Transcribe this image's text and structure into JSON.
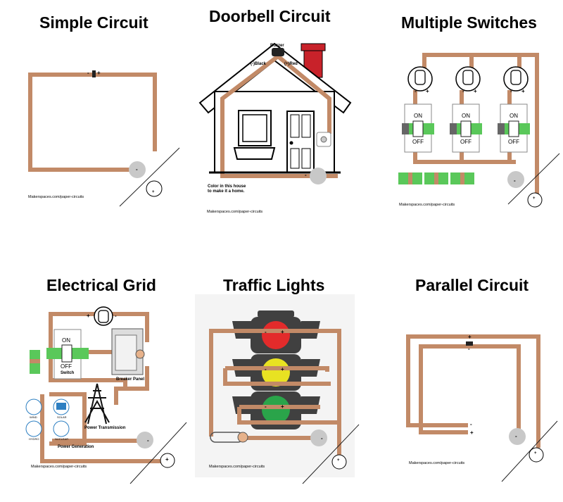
{
  "titles": {
    "simple": "Simple Circuit",
    "doorbell": "Doorbell Circuit",
    "multiple": "Multiple Switches",
    "grid": "Electrical Grid",
    "traffic": "Traffic Lights",
    "parallel": "Parallel Circuit"
  },
  "source_text": "Makerspaces.com/paper-circuits",
  "doorbell": {
    "buzzer": "Buzzer",
    "neg_black": "(-)Black",
    "pos_red": "(+)Red",
    "caption_line1": "Color in this house",
    "caption_line2": "to make it a home."
  },
  "switch": {
    "on": "ON",
    "off": "OFF",
    "label": "Switch"
  },
  "grid": {
    "breaker": "Breaker Panel",
    "transmission": "Power Transmission",
    "generation": "Power Generation",
    "wind": "WIND",
    "solar": "SOLAR",
    "hydro": "HYDRO",
    "nuclear": "NUCLEAR"
  },
  "signs": {
    "plus": "+",
    "minus": "-"
  },
  "colors": {
    "copper": "#c28a67",
    "battery": "#c8c8c8",
    "chimney": "#c8222a",
    "switch_green": "#5ac85a",
    "red_light": "#e32b2b",
    "yellow_light": "#e8e222",
    "green_light": "#2aa44a",
    "traffic_body": "#404040"
  }
}
